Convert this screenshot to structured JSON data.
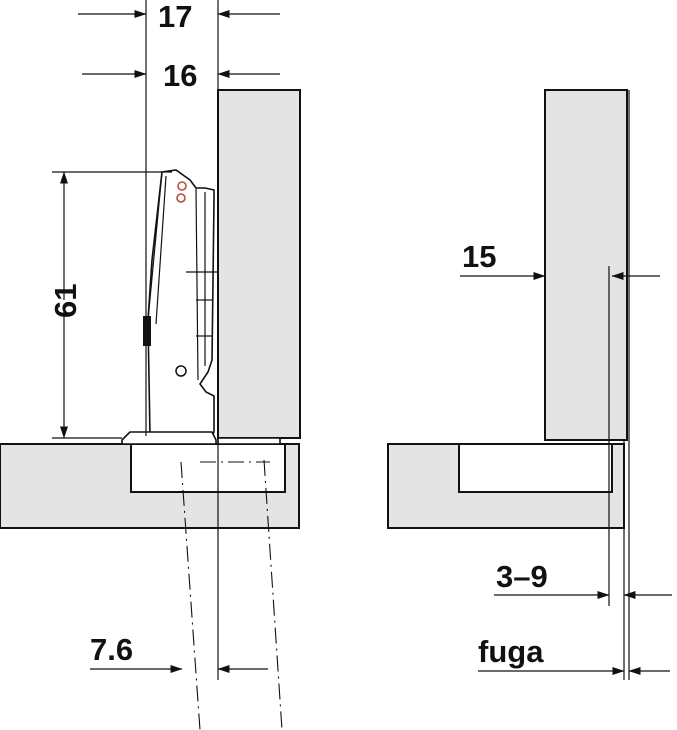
{
  "drawing": {
    "colors": {
      "panel_fill": "#e4e4e4",
      "line": "#111111",
      "background": "#ffffff"
    },
    "dimensions": {
      "overall_17": "17",
      "overall_16": "16",
      "height_61": "61",
      "right_15": "15",
      "offset_3_9": "3–9",
      "gap_fuga": "fuga",
      "bottom_7_6": "7.6"
    }
  }
}
